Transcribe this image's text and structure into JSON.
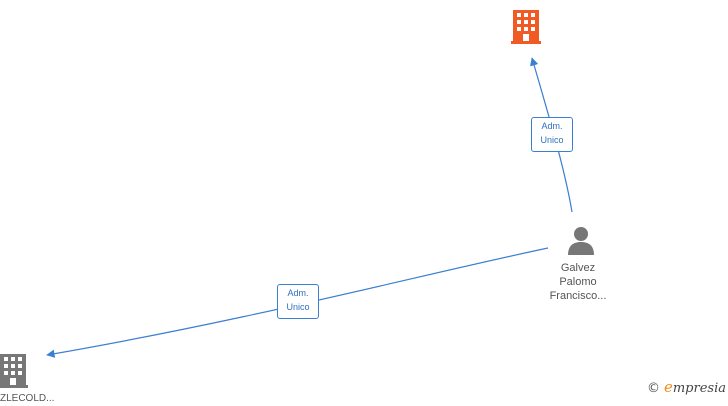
{
  "nodes": {
    "company_top": {
      "kind": "company",
      "label": "",
      "color": "#f05a24"
    },
    "person": {
      "kind": "person",
      "label": "Galvez\nPalomo\nFrancisco...",
      "color": "#777777"
    },
    "company_bottom": {
      "kind": "company",
      "label": "ZLECOLD...",
      "color": "#777777"
    }
  },
  "edges": [
    {
      "from": "person",
      "to": "company_top",
      "label": "Adm.\nUnico"
    },
    {
      "from": "person",
      "to": "company_bottom",
      "label": "Adm.\nUnico"
    }
  ],
  "colors": {
    "edge": "#3a7fd0"
  },
  "watermark": {
    "copyright_symbol": "©",
    "brand_initial": "e",
    "brand_rest": "mpresia"
  }
}
